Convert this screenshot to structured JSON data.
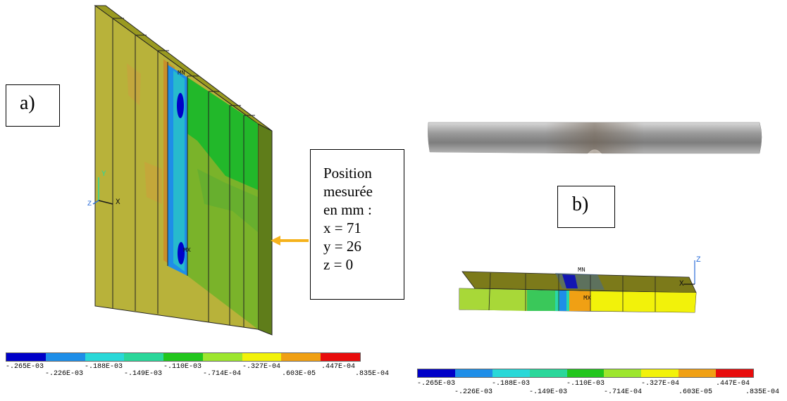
{
  "panel_a": {
    "label": "a)",
    "position_box": {
      "lines": [
        "Position",
        "mesurée",
        "en mm :",
        "x = 71",
        "y = 26",
        "z = 0"
      ]
    },
    "axis_labels": {
      "y": "Y",
      "x": "X",
      "z": "Z"
    },
    "markers": {
      "min": "MN",
      "max": "MX"
    }
  },
  "panel_b": {
    "label": "b)",
    "axis_labels": {
      "z": "Z",
      "x": "X"
    },
    "markers": {
      "min": "MN",
      "max": "MX"
    }
  },
  "legend": {
    "colors": [
      "#0000c8",
      "#1e8ee8",
      "#29d8d8",
      "#2ad79a",
      "#22c61d",
      "#9de62e",
      "#f2f20a",
      "#f0a014",
      "#e80c0c"
    ],
    "ticks_top": [
      "-.265E-03",
      "-.188E-03",
      "-.110E-03",
      "-.327E-04",
      ".447E-04"
    ],
    "ticks_bottom": [
      "-.226E-03",
      "-.149E-03",
      "-.714E-04",
      ".603E-05",
      ".835E-04"
    ]
  },
  "arrow": {
    "color": "#f5b21c"
  }
}
